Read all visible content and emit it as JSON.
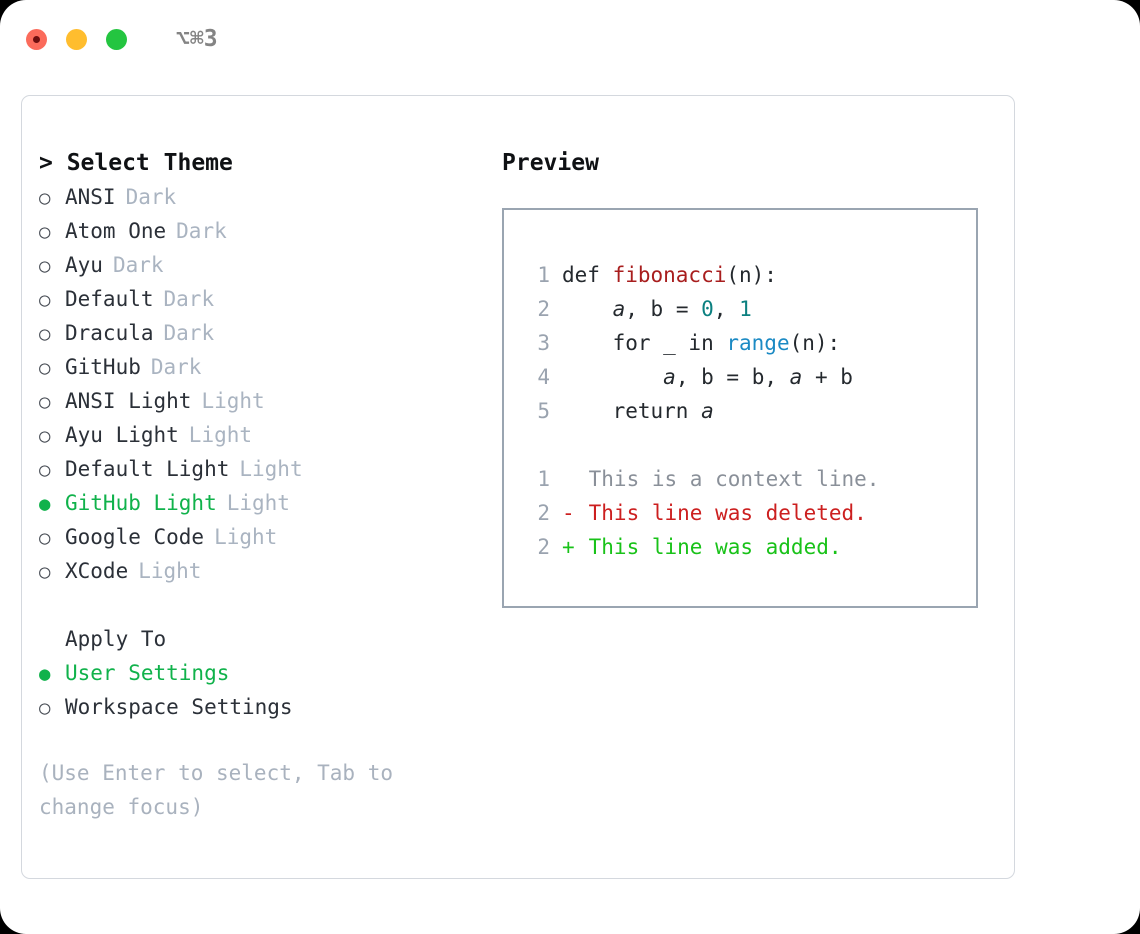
{
  "titlebar": {
    "shortcut": "⌥⌘3",
    "buttons": [
      {
        "name": "close",
        "color": "#fb6b5b"
      },
      {
        "name": "minimize",
        "color": "#ffbd2e"
      },
      {
        "name": "maximize",
        "color": "#24c540"
      }
    ]
  },
  "theme_panel": {
    "heading": "> Select Theme",
    "items": [
      {
        "marker": "○",
        "label": "ANSI",
        "tag": "Dark",
        "selected": false
      },
      {
        "marker": "○",
        "label": "Atom One",
        "tag": "Dark",
        "selected": false
      },
      {
        "marker": "○",
        "label": "Ayu",
        "tag": "Dark",
        "selected": false
      },
      {
        "marker": "○",
        "label": "Default",
        "tag": "Dark",
        "selected": false
      },
      {
        "marker": "○",
        "label": "Dracula",
        "tag": "Dark",
        "selected": false
      },
      {
        "marker": "○",
        "label": "GitHub",
        "tag": "Dark",
        "selected": false
      },
      {
        "marker": "○",
        "label": "ANSI Light",
        "tag": "Light",
        "selected": false
      },
      {
        "marker": "○",
        "label": "Ayu Light",
        "tag": "Light",
        "selected": false
      },
      {
        "marker": "○",
        "label": "Default Light",
        "tag": "Light",
        "selected": false
      },
      {
        "marker": "●",
        "label": "GitHub Light",
        "tag": "Light",
        "selected": true
      },
      {
        "marker": "○",
        "label": "Google Code",
        "tag": "Light",
        "selected": false
      },
      {
        "marker": "○",
        "label": "XCode",
        "tag": "Light",
        "selected": false
      }
    ]
  },
  "apply_to": {
    "heading": "Apply To",
    "items": [
      {
        "marker": "●",
        "label": "User Settings",
        "selected": true
      },
      {
        "marker": "○",
        "label": "Workspace Settings",
        "selected": false
      }
    ]
  },
  "hint": "(Use Enter to select, Tab to change focus)",
  "preview": {
    "heading": "Preview",
    "code_lines": [
      {
        "no": "1",
        "indent": "",
        "tokens": [
          {
            "t": "def ",
            "c": "plain"
          },
          {
            "t": "fibonacci",
            "c": "fn"
          },
          {
            "t": "(n):",
            "c": "plain"
          }
        ]
      },
      {
        "no": "2",
        "indent": "    ",
        "tokens": [
          {
            "t": "a",
            "c": "var"
          },
          {
            "t": ", ",
            "c": "plain"
          },
          {
            "t": "b",
            "c": "plain"
          },
          {
            "t": " = ",
            "c": "plain"
          },
          {
            "t": "0",
            "c": "num"
          },
          {
            "t": ", ",
            "c": "plain"
          },
          {
            "t": "1",
            "c": "num"
          }
        ]
      },
      {
        "no": "3",
        "indent": "    ",
        "tokens": [
          {
            "t": "for _ in ",
            "c": "plain"
          },
          {
            "t": "range",
            "c": "call"
          },
          {
            "t": "(n):",
            "c": "plain"
          }
        ]
      },
      {
        "no": "4",
        "indent": "        ",
        "tokens": [
          {
            "t": "a",
            "c": "var"
          },
          {
            "t": ", ",
            "c": "plain"
          },
          {
            "t": "b",
            "c": "plain"
          },
          {
            "t": " = ",
            "c": "plain"
          },
          {
            "t": "b",
            "c": "plain"
          },
          {
            "t": ", ",
            "c": "plain"
          },
          {
            "t": "a",
            "c": "var"
          },
          {
            "t": " + ",
            "c": "plain"
          },
          {
            "t": "b",
            "c": "plain"
          }
        ]
      },
      {
        "no": "5",
        "indent": "    ",
        "tokens": [
          {
            "t": "return ",
            "c": "plain"
          },
          {
            "t": "a",
            "c": "var"
          }
        ]
      }
    ],
    "diff_lines": [
      {
        "no": "1",
        "sign": " ",
        "text": "This is a context line.",
        "kind": "context"
      },
      {
        "no": "2",
        "sign": "-",
        "text": "This line was deleted.",
        "kind": "deleted"
      },
      {
        "no": "2",
        "sign": "+",
        "text": "This line was added.",
        "kind": "added"
      }
    ]
  },
  "colors": {
    "selected_green": "#10b24b",
    "tag_grey": "#aab4c1",
    "hint_grey": "#a9b2be",
    "diff_deleted": "#cc1f1f",
    "diff_added": "#19c219",
    "syntax_function": "#a81e1e",
    "syntax_number": "#0b8080",
    "syntax_call": "#1b8ac4",
    "panel_border": "#9aa5b1"
  }
}
